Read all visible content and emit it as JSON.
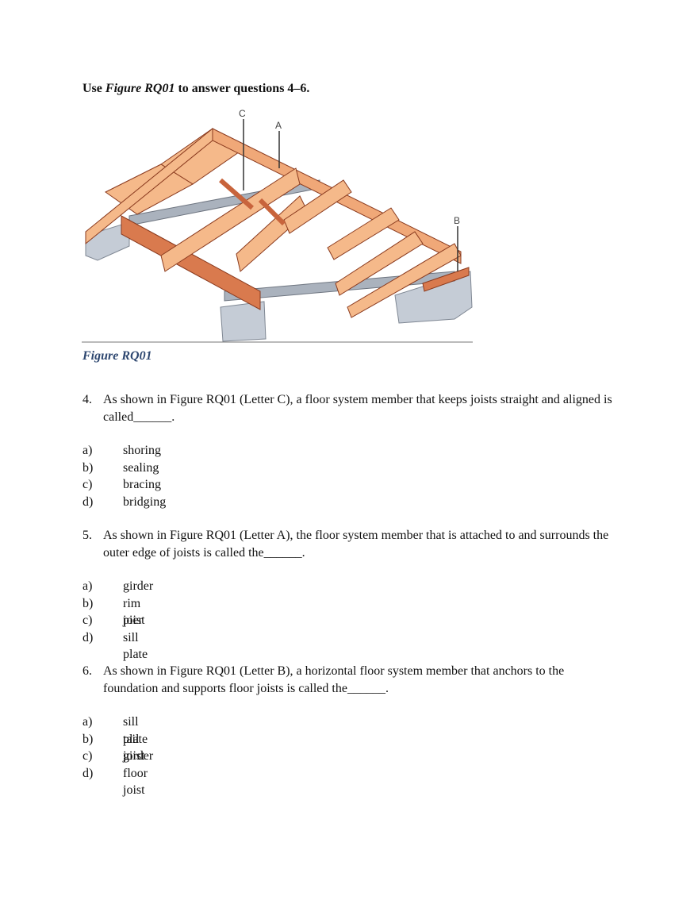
{
  "heading": {
    "prefix": "Use ",
    "figure_ref": "Figure RQ01",
    "suffix": " to answer questions 4–6."
  },
  "figure": {
    "labels": {
      "a": "A",
      "b": "B",
      "c": "C"
    },
    "caption": "Figure RQ01",
    "colors": {
      "wood": "#f5b98a",
      "wood_dark": "#c8643c",
      "concrete": "#c5ccd6"
    }
  },
  "questions": [
    {
      "number": "4.",
      "text": "As shown in Figure RQ01 (Letter C), a floor system member that keeps joists straight and aligned is called______.",
      "options": [
        {
          "letter": "a)",
          "text": "shoring"
        },
        {
          "letter": "b)",
          "text": "sealing"
        },
        {
          "letter": "c)",
          "text": "bracing"
        },
        {
          "letter": "d)",
          "text": "bridging"
        }
      ]
    },
    {
      "number": "5.",
      "text": "As shown in Figure RQ01 (Letter A), the floor system member that is attached to and surrounds the outer edge of joists is called the______.",
      "options": [
        {
          "letter": "a)",
          "text": "girder"
        },
        {
          "letter": "b)",
          "text": "rim joist"
        },
        {
          "letter": "c)",
          "text": "pier"
        },
        {
          "letter": "d)",
          "text": "sill plate"
        }
      ]
    },
    {
      "number": "6.",
      "text": "As shown in Figure RQ01 (Letter B), a horizontal floor system member that anchors to the foundation and supports floor joists is called the______.",
      "options": [
        {
          "letter": "a)",
          "text": "sill plate"
        },
        {
          "letter": "b)",
          "text": "tail joist"
        },
        {
          "letter": "c)",
          "text": "girder"
        },
        {
          "letter": "d)",
          "text": "floor joist"
        }
      ]
    }
  ]
}
